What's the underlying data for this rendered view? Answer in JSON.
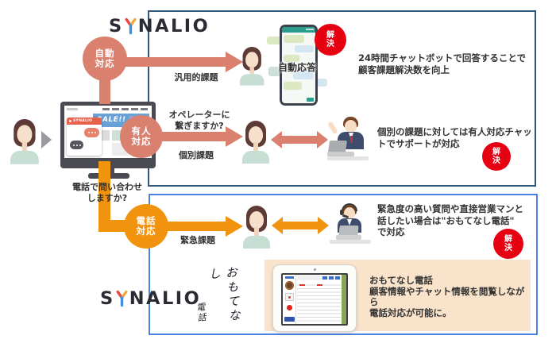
{
  "brand": {
    "pre": "S",
    "post": "NALIO"
  },
  "badge": {
    "l1": "解",
    "l2": "決"
  },
  "circles": {
    "auto": {
      "l1": "自動",
      "l2": "対応"
    },
    "manned": {
      "l1": "有人",
      "l2": "対応"
    },
    "phone": {
      "l1": "電話",
      "l2": "対応"
    }
  },
  "labels": {
    "generic": "汎用的課題",
    "individual": "個別課題",
    "urgent": "緊急課題",
    "operator_q1": "オペレーターに",
    "operator_q2": "繋ぎますか?",
    "phone_q1": "電話で問い合わせ",
    "phone_q2": "しますか?"
  },
  "descriptions": {
    "auto": [
      "24時間チャットボットで回答することで",
      "顧客課題解決数を向上"
    ],
    "manned": [
      "個別の課題に対しては有人対応チャッ",
      "トでサポートが対応"
    ],
    "phone": [
      "緊急度の高い質問や直接営業マンと",
      "話したい場合は\"おもてなし電話\"",
      "で対応"
    ],
    "omotenashi_title": "おもてなし電話",
    "omotenashi": [
      "顧客情報やチャット情報を閲覧しながら",
      "電話対応が可能に。"
    ]
  },
  "devices": {
    "monitor_widget_brand": "SYNALIO",
    "monitor_banner": "SALE!!",
    "phone_label": "自動応答"
  },
  "calligraphy": {
    "main": "おもてなし",
    "sub": "電話"
  },
  "colors": {
    "salmon": "#d9806f",
    "orange": "#f2930e",
    "red": "#e60012",
    "navy": "#30567d",
    "blue": "#4a82e4",
    "peach": "#fae3cb",
    "ink": "#333333"
  }
}
